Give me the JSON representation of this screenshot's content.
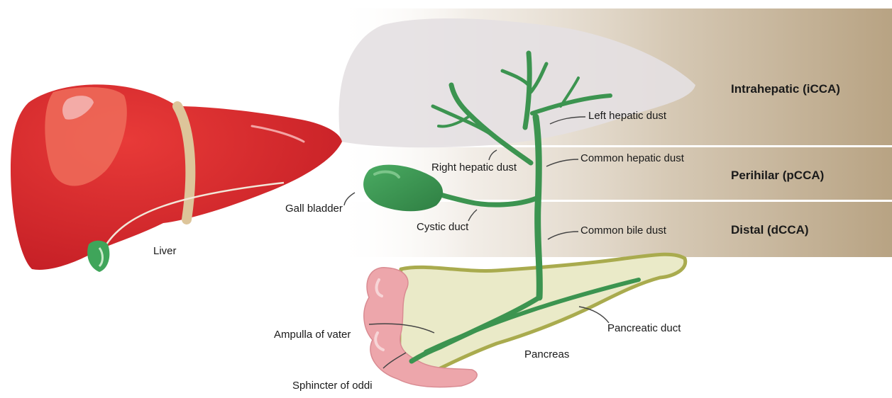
{
  "labels": {
    "liver": "Liver",
    "gall_bladder": "Gall bladder",
    "cystic_duct": "Cystic duct",
    "right_hepatic": "Right hepatic dust",
    "left_hepatic": "Left hepatic dust",
    "common_hepatic": "Common hepatic dust",
    "common_bile": "Common bile dust",
    "ampulla": "Ampulla of vater",
    "sphincter": "Sphincter of oddi",
    "pancreas": "Pancreas",
    "pancreatic_duct": "Pancreatic duct"
  },
  "zones": {
    "intrahepatic": "Intrahepatic (iCCA)",
    "perihilar": "Perihilar (pCCA)",
    "distal": "Distal (dCCA)"
  },
  "colors": {
    "liver": "#d8262c",
    "liver_highlight": "#f07a62",
    "gallbladder": "#3e9b56",
    "duct": "#3c9450",
    "pancreas_fill": "#eaebc9",
    "pancreas_outline": "#a7aa4c",
    "duodenum": "#eba7aa",
    "band": "#c0ac90",
    "ghost_liver": "#e6e2e3"
  }
}
